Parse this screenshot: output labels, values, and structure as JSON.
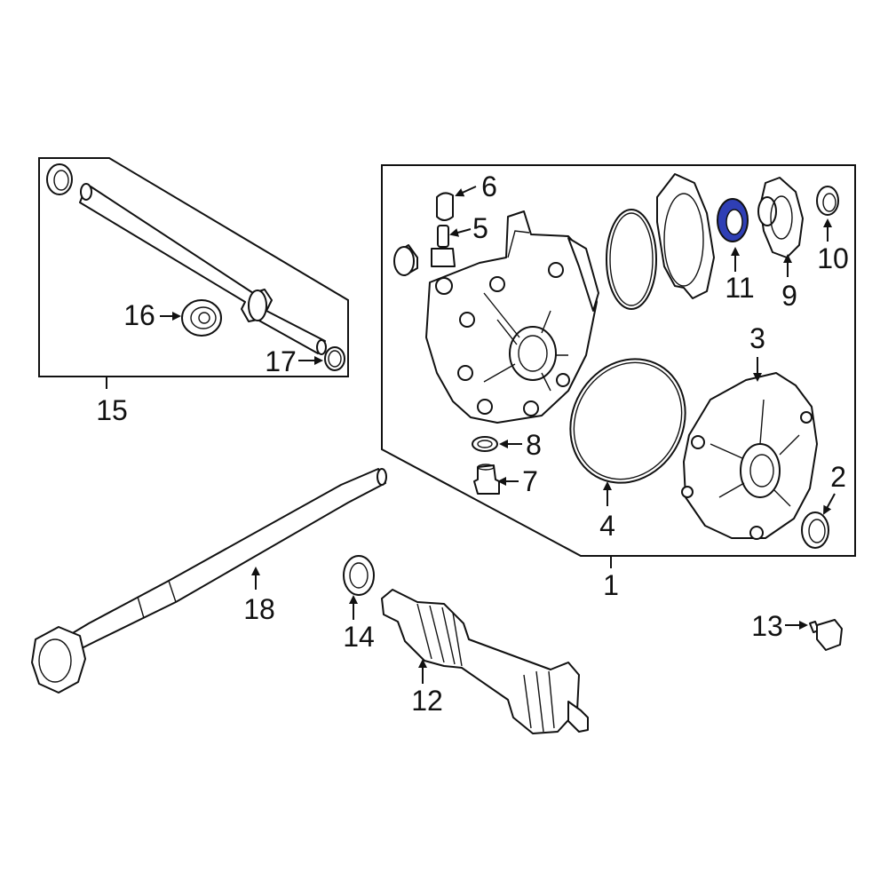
{
  "diagram": {
    "highlight_color": "#2f3fb5",
    "callouts": {
      "c1": "1",
      "c2": "2",
      "c3": "3",
      "c4": "4",
      "c5": "5",
      "c6": "6",
      "c7": "7",
      "c8": "8",
      "c9": "9",
      "c10": "10",
      "c11": "11",
      "c12": "12",
      "c13": "13",
      "c14": "14",
      "c15": "15",
      "c16": "16",
      "c17": "17",
      "c18": "18"
    }
  }
}
